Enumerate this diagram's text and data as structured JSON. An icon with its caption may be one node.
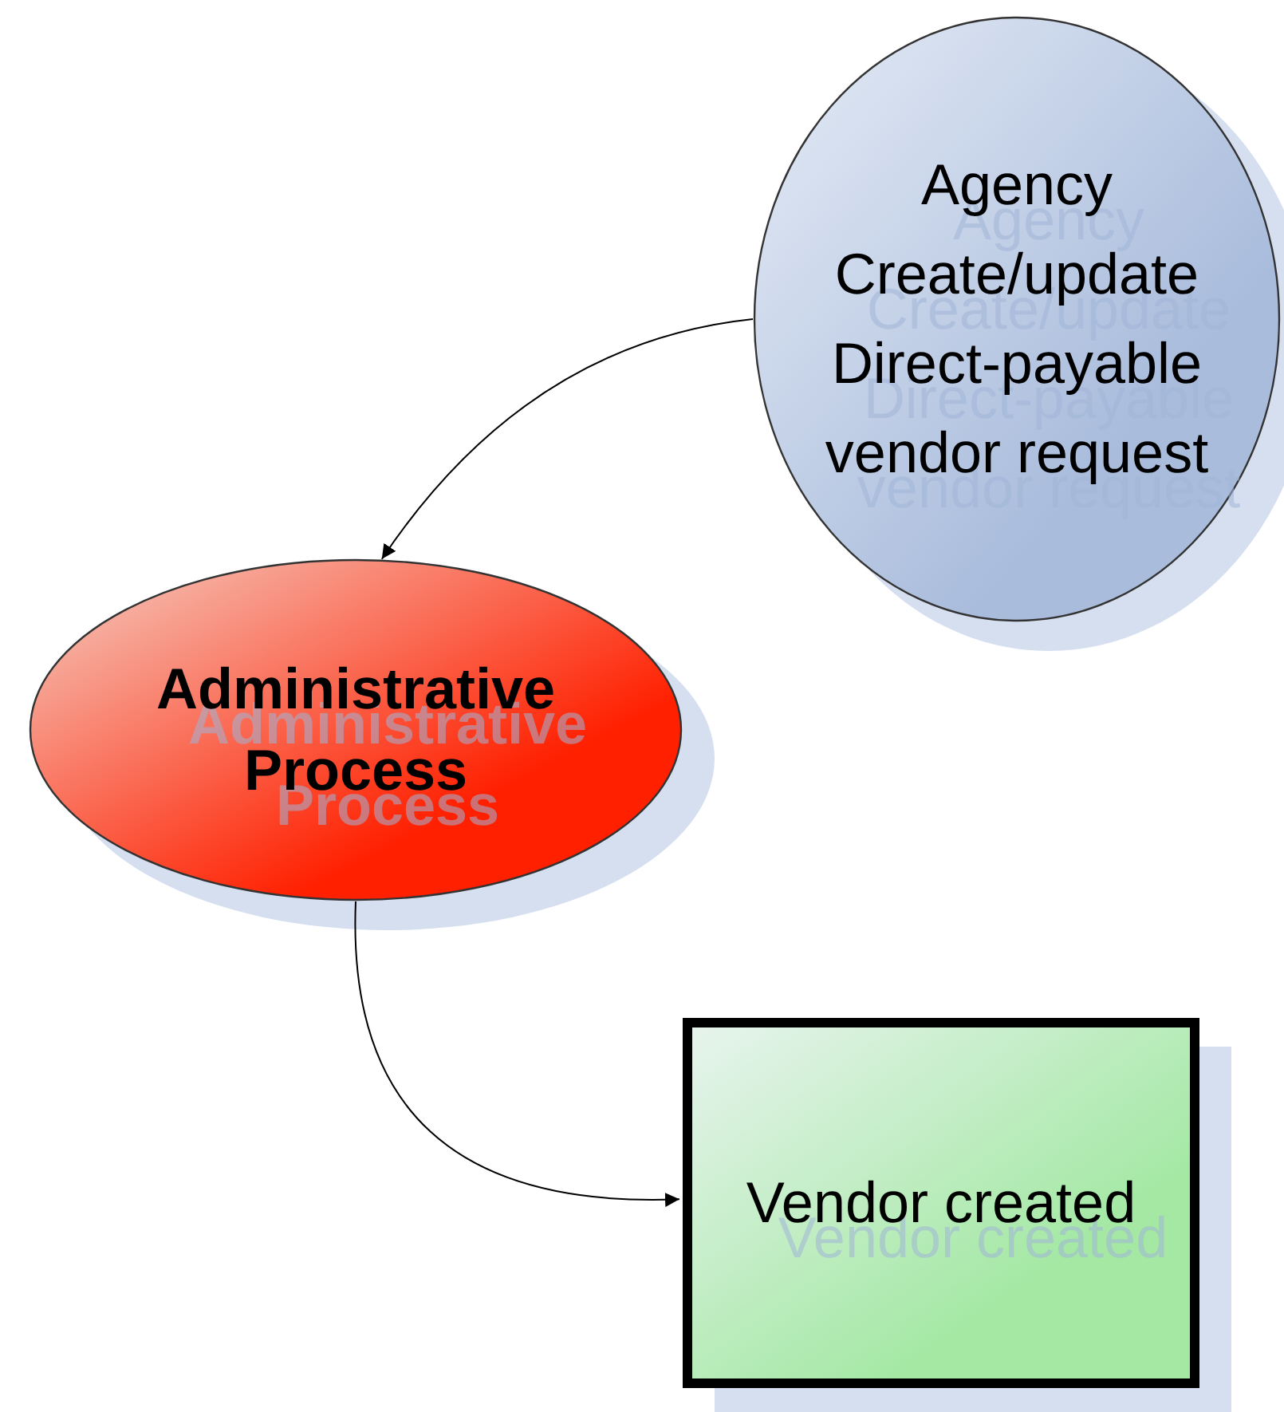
{
  "diagram": {
    "nodes": [
      {
        "text": [
          "Agency Create/update Direct-payable vendor request"
        ]
      },
      {
        "text": [
          "Administrative Process"
        ]
      },
      {
        "text": [
          "Vendor created"
        ]
      }
    ],
    "edges": [
      {
        "from": 0,
        "to": 1,
        "arrow": "to"
      },
      {
        "from": 1,
        "to": 2,
        "arrow": "to"
      }
    ]
  }
}
